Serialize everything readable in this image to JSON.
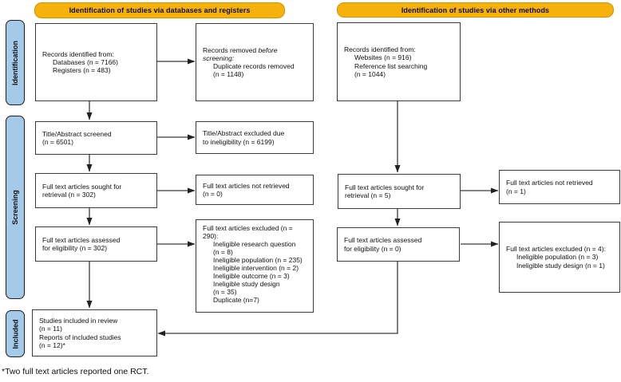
{
  "headers": {
    "left": "Identification of studies via databases and registers",
    "right": "Identification of studies via other methods"
  },
  "stages": [
    {
      "label": "Identification"
    },
    {
      "label": "Screening"
    },
    {
      "label": "Included"
    }
  ],
  "boxes": [
    {
      "id": "records-db",
      "lines": [
        {
          "t": "Records identified from:",
          "ind": 0
        },
        {
          "t": "Databases (n = 7166)",
          "ind": 1
        },
        {
          "t": "Registers (n = 483)",
          "ind": 1
        }
      ]
    },
    {
      "id": "removed-before-screening",
      "lines": [
        {
          "ind": 0,
          "runs": [
            {
              "t": "Records removed "
            },
            {
              "t": "before",
              "i": true
            }
          ]
        },
        {
          "ind": 0,
          "runs": [
            {
              "t": "screening:",
              "i": true
            }
          ]
        },
        {
          "t": "Duplicate records removed",
          "ind": 1
        },
        {
          "t": "(n = 1148)",
          "ind": 1
        }
      ]
    },
    {
      "id": "other-records",
      "lines": [
        {
          "t": "Records identified from:",
          "ind": 0
        },
        {
          "t": "Websites (n = 916)",
          "ind": 1
        },
        {
          "t": "Reference list searching",
          "ind": 1
        },
        {
          "t": "(n = 1044)",
          "ind": 1
        }
      ]
    },
    {
      "id": "ta-screened",
      "lines": [
        {
          "t": "Title/Abstract screened",
          "ind": 0
        },
        {
          "t": "(n = 6501)",
          "ind": 0
        }
      ]
    },
    {
      "id": "ta-excluded",
      "lines": [
        {
          "t": "Title/Abstract excluded due",
          "ind": 0
        },
        {
          "t": "to ineligibility (n = 6199)",
          "ind": 0
        }
      ]
    },
    {
      "id": "ft-sought",
      "lines": [
        {
          "t": "Full text articles sought for",
          "ind": 0
        },
        {
          "t": "retrieval (n = 302)",
          "ind": 0
        }
      ]
    },
    {
      "id": "ft-not-retrieved",
      "lines": [
        {
          "t": "Full text articles not retrieved",
          "ind": 0
        },
        {
          "t": "(n = 0)",
          "ind": 0
        }
      ]
    },
    {
      "id": "ft-assessed",
      "lines": [
        {
          "t": "Full text articles assessed",
          "ind": 0
        },
        {
          "t": "for eligibility (n = 302)",
          "ind": 0
        }
      ]
    },
    {
      "id": "ft-excluded",
      "lines": [
        {
          "t": "Full text articles excluded (n =",
          "ind": 0
        },
        {
          "t": "290):",
          "ind": 0
        },
        {
          "t": "Ineligible research question",
          "ind": 1
        },
        {
          "t": "(n = 8)",
          "ind": 1
        },
        {
          "t": "Ineligible population (n = 235)",
          "ind": 1
        },
        {
          "t": "Ineligible intervention (n = 2)",
          "ind": 1
        },
        {
          "t": "Ineligible outcome (n = 3)",
          "ind": 1
        },
        {
          "t": "Ineligible study design",
          "ind": 1
        },
        {
          "t": "(n = 35)",
          "ind": 1
        },
        {
          "t": "Duplicate (n=7)",
          "ind": 1
        }
      ]
    },
    {
      "id": "other-sought",
      "lines": [
        {
          "t": "Full text articles sought for",
          "ind": 0
        },
        {
          "t": "retrieval (n = 5)",
          "ind": 0
        }
      ]
    },
    {
      "id": "other-not-retrieved",
      "lines": [
        {
          "t": "Full text articles not retrieved",
          "ind": 0
        },
        {
          "t": "(n = 1)",
          "ind": 0
        }
      ]
    },
    {
      "id": "other-assessed",
      "lines": [
        {
          "t": "Full text articles assessed",
          "ind": 0
        },
        {
          "t": "for eligibility (n = 0)",
          "ind": 0
        }
      ]
    },
    {
      "id": "other-excluded",
      "lines": [
        {
          "t": "Full text articles excluded (n = 4):",
          "ind": 0
        },
        {
          "t": "Ineligible population (n = 3)",
          "ind": 1
        },
        {
          "t": "Ineligible study design (n = 1)",
          "ind": 1
        }
      ]
    },
    {
      "id": "included-studies",
      "lines": [
        {
          "t": "Studies included in review",
          "ind": 0
        },
        {
          "t": "(n = 11)",
          "ind": 0
        },
        {
          "t": "Reports of included studies",
          "ind": 0
        },
        {
          "t": "(n = 12)*",
          "ind": 0
        }
      ]
    }
  ],
  "footnote": "*Two full text articles reported one RCT.",
  "colors": {
    "header_bg": "#F6B10A",
    "stage_bg": "#A5C9E9",
    "line": "#3a3a3a"
  }
}
